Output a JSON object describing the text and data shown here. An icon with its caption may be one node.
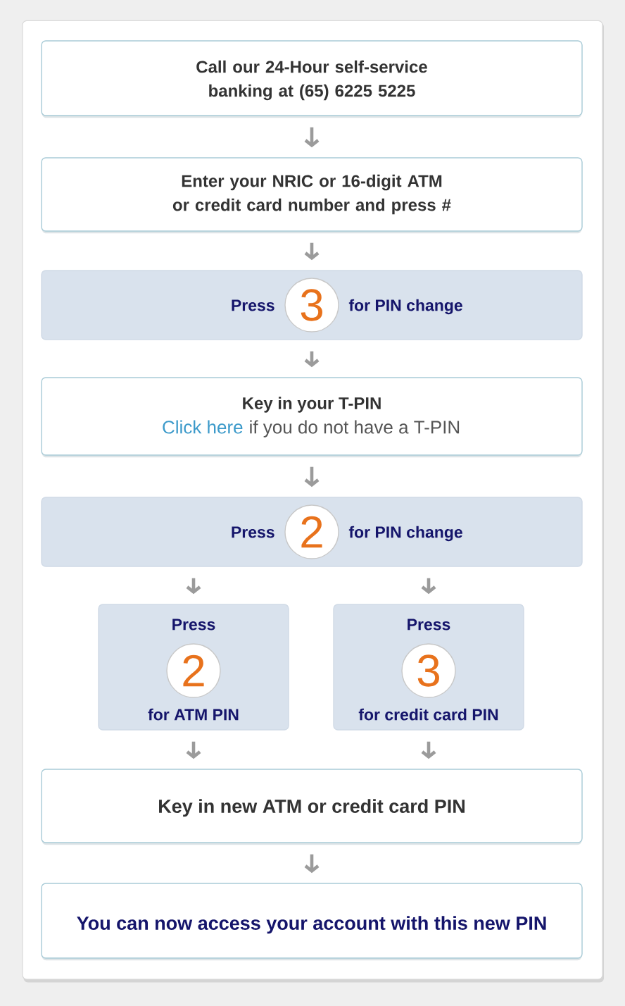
{
  "diagram": {
    "nodes": [
      {
        "text": [
          "Call our 24-Hour self-service banking at (65) 6225 5225"
        ]
      },
      {
        "text": [
          "Enter your NRIC or 16-digit ATM or credit card number and press #"
        ]
      },
      {
        "text": [
          "Press",
          "for PIN change"
        ]
      },
      {
        "text": [
          "3"
        ],
        "in": 2
      },
      {
        "text": [
          "Key in your T-PIN",
          "Click here",
          "if you do not have a T-PIN"
        ]
      },
      {
        "text": [
          "Press",
          "for PIN change"
        ]
      },
      {
        "text": [
          "2"
        ],
        "in": 5
      },
      {
        "text": [
          "Press",
          "for ATM PIN"
        ]
      },
      {
        "text": [
          "2"
        ],
        "in": 7
      },
      {
        "text": [
          "Press",
          "for credit card PIN"
        ]
      },
      {
        "text": [
          "3"
        ],
        "in": 9
      },
      {
        "text": [
          "Key in new ATM or credit card PIN"
        ]
      },
      {
        "text": [
          "You can now access your account with this new PIN"
        ]
      }
    ],
    "edges": [
      {
        "from": 0,
        "to": 1,
        "arrow": "to"
      },
      {
        "from": 1,
        "to": 2,
        "arrow": "to"
      },
      {
        "from": 2,
        "to": 4,
        "arrow": "to"
      },
      {
        "from": 4,
        "to": 5,
        "arrow": "to"
      },
      {
        "from": 5,
        "to": 7,
        "arrow": "to"
      },
      {
        "from": 5,
        "to": 9,
        "arrow": "to"
      },
      {
        "from": 7,
        "to": 11,
        "arrow": "to"
      },
      {
        "from": 9,
        "to": 11,
        "arrow": "to"
      },
      {
        "from": 11,
        "to": 12,
        "arrow": "to"
      }
    ]
  }
}
